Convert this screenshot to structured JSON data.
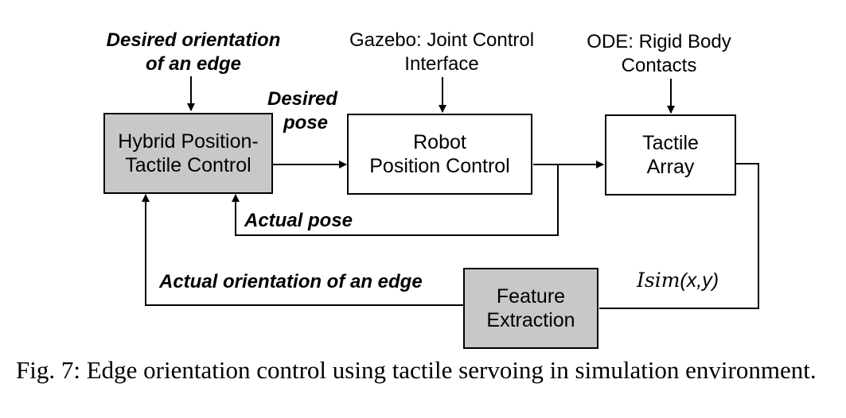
{
  "boxes": {
    "hybrid": {
      "line1": "Hybrid Position-",
      "line2": "Tactile Control",
      "fill": "#c8c8c8"
    },
    "robot": {
      "line1": "Robot",
      "line2": "Position Control",
      "fill": "#ffffff"
    },
    "tactile": {
      "line1": "Tactile",
      "line2": "Array",
      "fill": "#ffffff"
    },
    "feature": {
      "line1": "Feature",
      "line2": "Extraction",
      "fill": "#c8c8c8"
    }
  },
  "inputs": {
    "desired_orientation": {
      "line1": "Desired orientation",
      "line2": "of an edge"
    },
    "gazebo": {
      "line1": "Gazebo: Joint Control",
      "line2": "Interface"
    },
    "ode": {
      "line1": "ODE: Rigid Body",
      "line2": "Contacts"
    }
  },
  "signals": {
    "desired_pose": {
      "line1": "Desired",
      "line2": "pose"
    },
    "actual_pose": "Actual pose",
    "actual_orientation": "Actual orientation of an edge",
    "isim_name": "Isim",
    "isim_args": "(x,y)"
  },
  "caption": "Fig. 7: Edge orientation control using tactile servoing in simulation environment."
}
